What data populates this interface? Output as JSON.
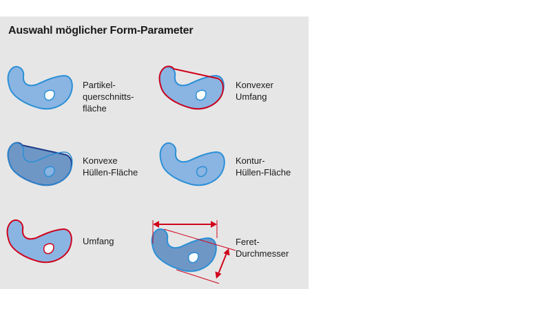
{
  "title": "Auswahl möglicher Form-Parameter",
  "colors": {
    "background": "#e6e6e6",
    "fill": "#8ab4e2",
    "fill_dark": "#6f97c6",
    "outline": "#2a8fd6",
    "highlight_red": "#d0021b",
    "hull_dark_blue": "#1f3a8a"
  },
  "items": [
    {
      "lines": [
        "Partikel-",
        "querschnitts-",
        "fläche"
      ]
    },
    {
      "lines": [
        "Konvexer",
        "Umfang"
      ]
    },
    {
      "lines": [
        "Konvexe",
        "Hüllen-Fläche"
      ]
    },
    {
      "lines": [
        "Kontur-",
        "Hüllen-Fläche"
      ]
    },
    {
      "lines": [
        "Umfang"
      ]
    },
    {
      "lines": [
        "Feret-",
        "Durchmesser"
      ]
    }
  ]
}
